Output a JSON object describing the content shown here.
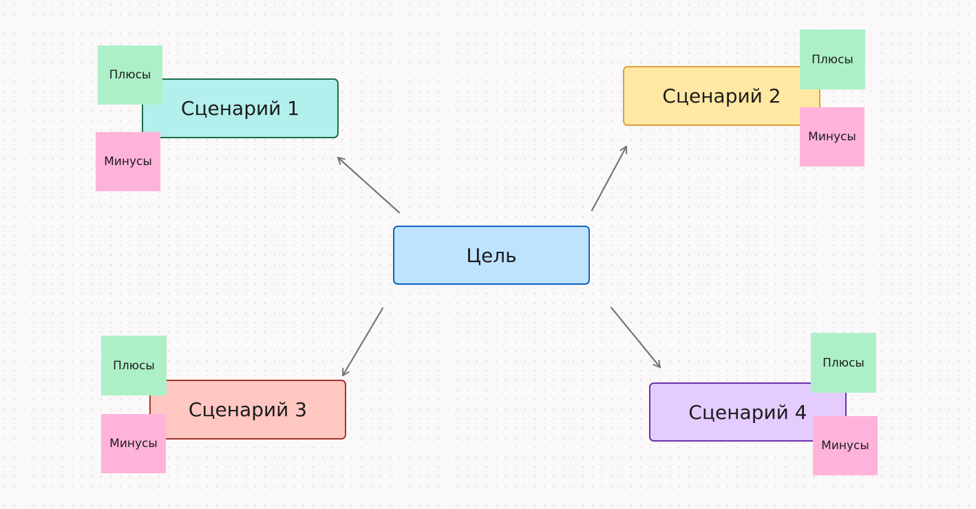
{
  "colors": {
    "goal": {
      "fill": "#bde3ff",
      "border": "#0d62c0"
    },
    "scenario_1": {
      "fill": "#b3efed",
      "border": "#1b6e46"
    },
    "scenario_2": {
      "fill": "#ffe8a3",
      "border": "#d8a23b"
    },
    "scenario_3": {
      "fill": "#ffc7c2",
      "border": "#a23327"
    },
    "scenario_4": {
      "fill": "#e4ccff",
      "border": "#6a2fa8"
    },
    "pros_sticky": "#adf0c7",
    "cons_sticky": "#ffb3db",
    "arrow": "#757575"
  },
  "goal": {
    "label": "Цель"
  },
  "scenarios": [
    {
      "label": "Сценарий 1",
      "pros_label": "Плюсы",
      "cons_label": "Минусы"
    },
    {
      "label": "Сценарий 2",
      "pros_label": "Плюсы",
      "cons_label": "Минусы"
    },
    {
      "label": "Сценарий 3",
      "pros_label": "Плюсы",
      "cons_label": "Минусы"
    },
    {
      "label": "Сценарий 4",
      "pros_label": "Плюсы",
      "cons_label": "Минусы"
    }
  ]
}
